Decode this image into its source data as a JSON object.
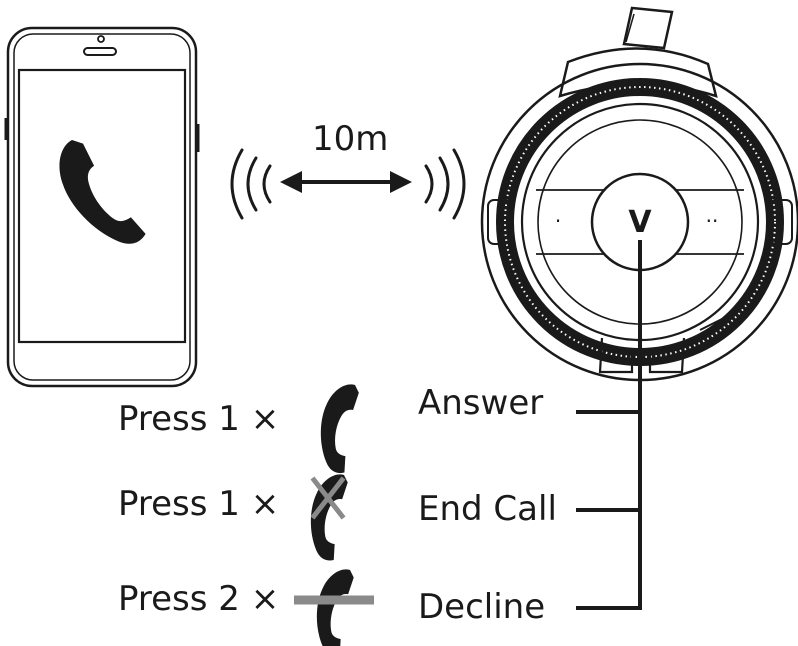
{
  "distance": {
    "label": "10m"
  },
  "headphone": {
    "logo_mark": "V",
    "dots_left": "·",
    "dots_right": "··"
  },
  "actions": [
    {
      "press_label": "Press 1 ×",
      "action_label": "Answer",
      "icon": "phone-answer-icon"
    },
    {
      "press_label": "Press 1 ×",
      "action_label": "End Call",
      "icon": "phone-end-call-icon"
    },
    {
      "press_label": "Press 2 ×",
      "action_label": "Decline",
      "icon": "phone-decline-icon"
    }
  ],
  "colors": {
    "stroke": "#1a1a1a",
    "cross_mark": "#8a8a8a"
  }
}
